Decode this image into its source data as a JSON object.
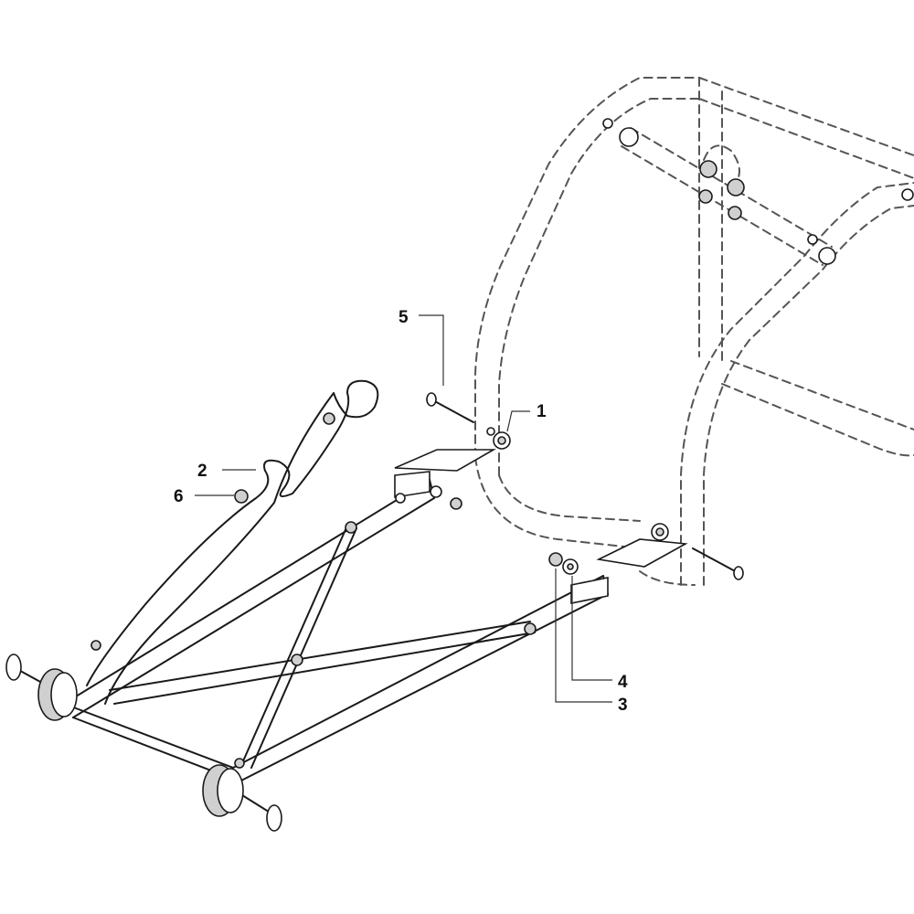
{
  "diagram": {
    "callouts": [
      {
        "id": "c1",
        "label": "1"
      },
      {
        "id": "c2",
        "label": "2"
      },
      {
        "id": "c3",
        "label": "3"
      },
      {
        "id": "c4",
        "label": "4"
      },
      {
        "id": "c5",
        "label": "5"
      },
      {
        "id": "c6",
        "label": "6"
      }
    ]
  }
}
